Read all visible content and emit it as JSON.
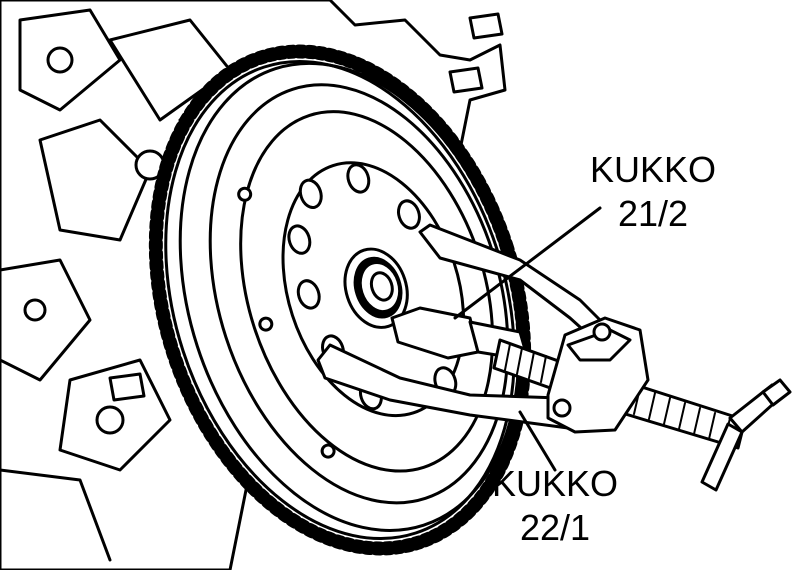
{
  "figure": {
    "callouts": [
      {
        "name": "KUKKO",
        "code": "21/2"
      },
      {
        "name": "KUKKO",
        "code": "22/1"
      }
    ],
    "line_color": "#000000",
    "fill_color": "#ffffff"
  }
}
